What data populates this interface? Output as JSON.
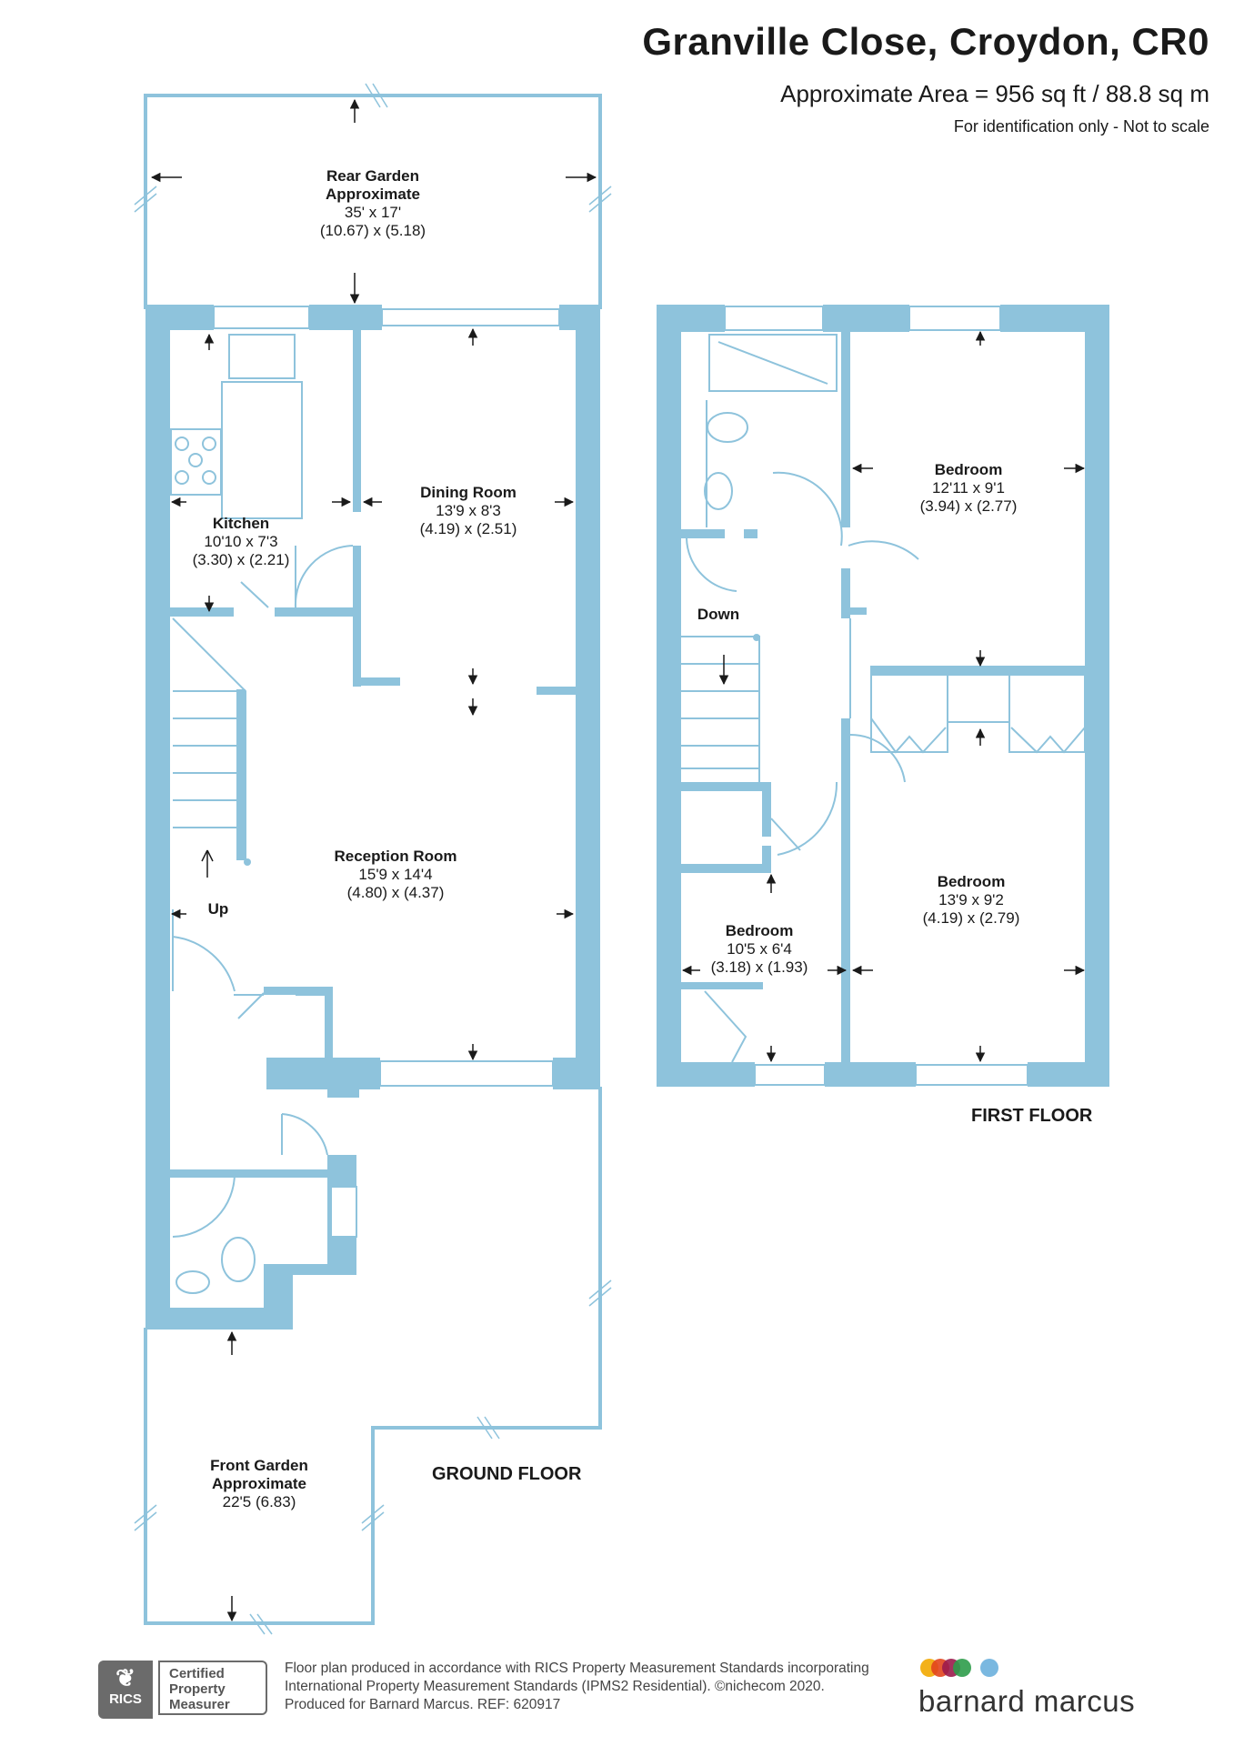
{
  "header": {
    "title": "Granville Close, Croydon, CR0",
    "area": "Approximate Area = 956 sq ft / 88.8 sq m",
    "identification": "For identification only - Not to scale"
  },
  "rooms": {
    "rear_garden": {
      "name": "Rear Garden",
      "line2": "Approximate",
      "imperial": "35' x 17'",
      "metric": "(10.67) x (5.18)"
    },
    "kitchen": {
      "name": "Kitchen",
      "imperial": "10'10 x 7'3",
      "metric": "(3.30) x (2.21)"
    },
    "dining_room": {
      "name": "Dining Room",
      "imperial": "13'9 x 8'3",
      "metric": "(4.19) x (2.51)"
    },
    "reception_room": {
      "name": "Reception Room",
      "imperial": "15'9 x 14'4",
      "metric": "(4.80) x (4.37)"
    },
    "front_garden": {
      "name": "Front Garden",
      "line2": "Approximate",
      "imperial": "22'5 (6.83)"
    },
    "bedroom_1": {
      "name": "Bedroom",
      "imperial": "12'11 x 9'1",
      "metric": "(3.94) x (2.77)"
    },
    "bedroom_2": {
      "name": "Bedroom",
      "imperial": "13'9 x 9'2",
      "metric": "(4.19) x (2.79)"
    },
    "bedroom_3": {
      "name": "Bedroom",
      "imperial": "10'5 x 6'4",
      "metric": "(3.18) x (1.93)"
    }
  },
  "stairs": {
    "up": "Up",
    "down": "Down"
  },
  "floors": {
    "ground": "GROUND FLOOR",
    "first": "FIRST FLOOR"
  },
  "footer": {
    "line1": "Floor plan produced in accordance with RICS Property Measurement Standards incorporating",
    "line2": "International Property Measurement Standards (IPMS2 Residential).   ©nichecom 2020.",
    "line3": "Produced for Barnard Marcus.    REF:  620917",
    "rics_logo_text": "RICS",
    "rics_cert": [
      "Certified",
      "Property",
      "Measurer"
    ],
    "brand": "barnard marcus",
    "brand_dot_colors": [
      "#f2a900",
      "#e2451d",
      "#9b1b4d",
      "#2e9c4a",
      "#7ab8e0"
    ]
  },
  "colors": {
    "wall": "#8ec3dc",
    "outline": "#8ec3dc",
    "text": "#1a1a1a"
  }
}
